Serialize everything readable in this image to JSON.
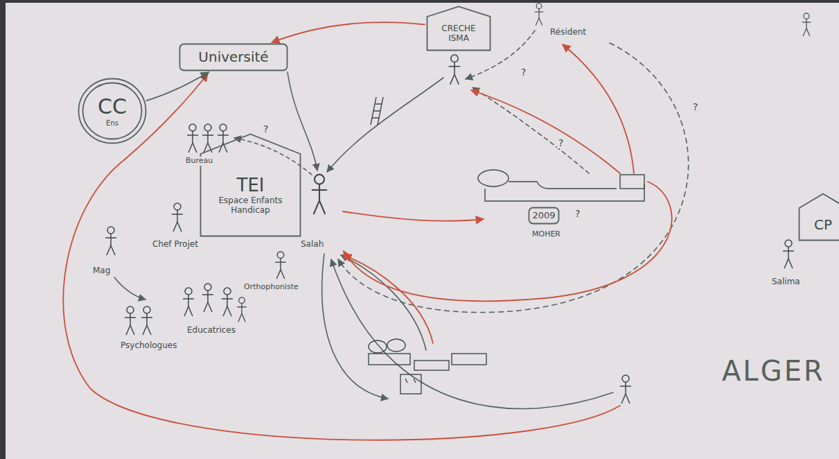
{
  "diagram": {
    "nodes": [
      {
        "text": [
          "Université"
        ]
      },
      {
        "text": [
          "CC",
          "Ens"
        ]
      },
      {
        "text": [
          "CRECHE ISMA"
        ]
      },
      {
        "text": [
          "TEI",
          "Espace Enfants Handicap"
        ]
      },
      {
        "text": [
          "2009"
        ]
      },
      {
        "text": [
          "CP"
        ]
      }
    ],
    "edges": [
      {
        "from": 1,
        "to": 0,
        "arrow": "to"
      },
      {
        "from": 2,
        "to": 0,
        "arrow": "to"
      }
    ],
    "labels": [
      "Résident",
      "Bureau",
      "Chef Projet",
      "Mag",
      "Psychologues",
      "Educatrices",
      "Salah",
      "Orthophoniste",
      "MOHER",
      "ALGER",
      "Salima",
      "?",
      "?",
      "?",
      "?",
      "?"
    ]
  }
}
